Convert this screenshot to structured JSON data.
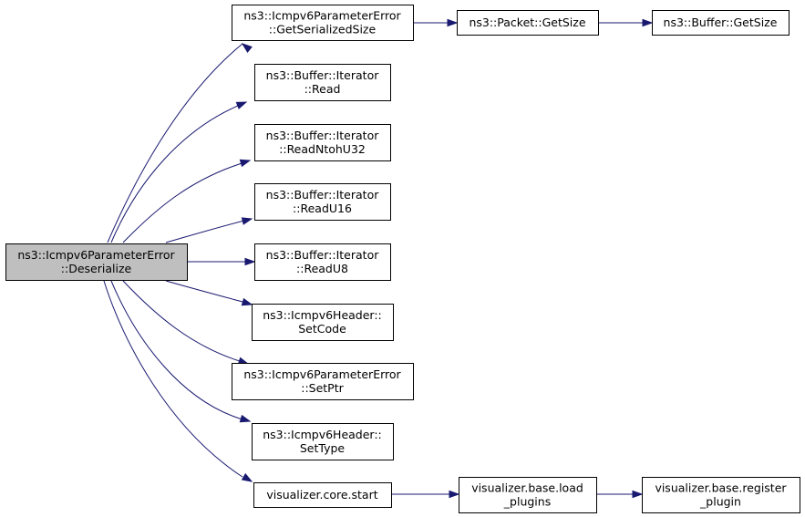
{
  "colors": {
    "edge": "#191970",
    "node_border": "#000000",
    "node_fill": "#ffffff",
    "root_fill": "#bfbfbf"
  },
  "nodes": {
    "root": [
      "ns3::Icmpv6ParameterError",
      "::Deserialize"
    ],
    "getserializedsize": [
      "ns3::Icmpv6ParameterError",
      "::GetSerializedSize"
    ],
    "packet_getsize": [
      "ns3::Packet::GetSize"
    ],
    "buffer_getsize": [
      "ns3::Buffer::GetSize"
    ],
    "read": [
      "ns3::Buffer::Iterator",
      "::Read"
    ],
    "readntohu32": [
      "ns3::Buffer::Iterator",
      "::ReadNtohU32"
    ],
    "readu16": [
      "ns3::Buffer::Iterator",
      "::ReadU16"
    ],
    "readu8": [
      "ns3::Buffer::Iterator",
      "::ReadU8"
    ],
    "setcode": [
      "ns3::Icmpv6Header::",
      "SetCode"
    ],
    "setptr": [
      "ns3::Icmpv6ParameterError",
      "::SetPtr"
    ],
    "settype": [
      "ns3::Icmpv6Header::",
      "SetType"
    ],
    "core_start": [
      "visualizer.core.start"
    ],
    "load_plugins": [
      "visualizer.base.load",
      "_plugins"
    ],
    "register_plugin": [
      "visualizer.base.register",
      "_plugin"
    ]
  },
  "edges": [
    [
      "root",
      "getserializedsize"
    ],
    [
      "getserializedsize",
      "packet_getsize"
    ],
    [
      "packet_getsize",
      "buffer_getsize"
    ],
    [
      "root",
      "read"
    ],
    [
      "root",
      "readntohu32"
    ],
    [
      "root",
      "readu16"
    ],
    [
      "root",
      "readu8"
    ],
    [
      "root",
      "setcode"
    ],
    [
      "root",
      "setptr"
    ],
    [
      "root",
      "settype"
    ],
    [
      "root",
      "core_start"
    ],
    [
      "core_start",
      "load_plugins"
    ],
    [
      "load_plugins",
      "register_plugin"
    ]
  ]
}
